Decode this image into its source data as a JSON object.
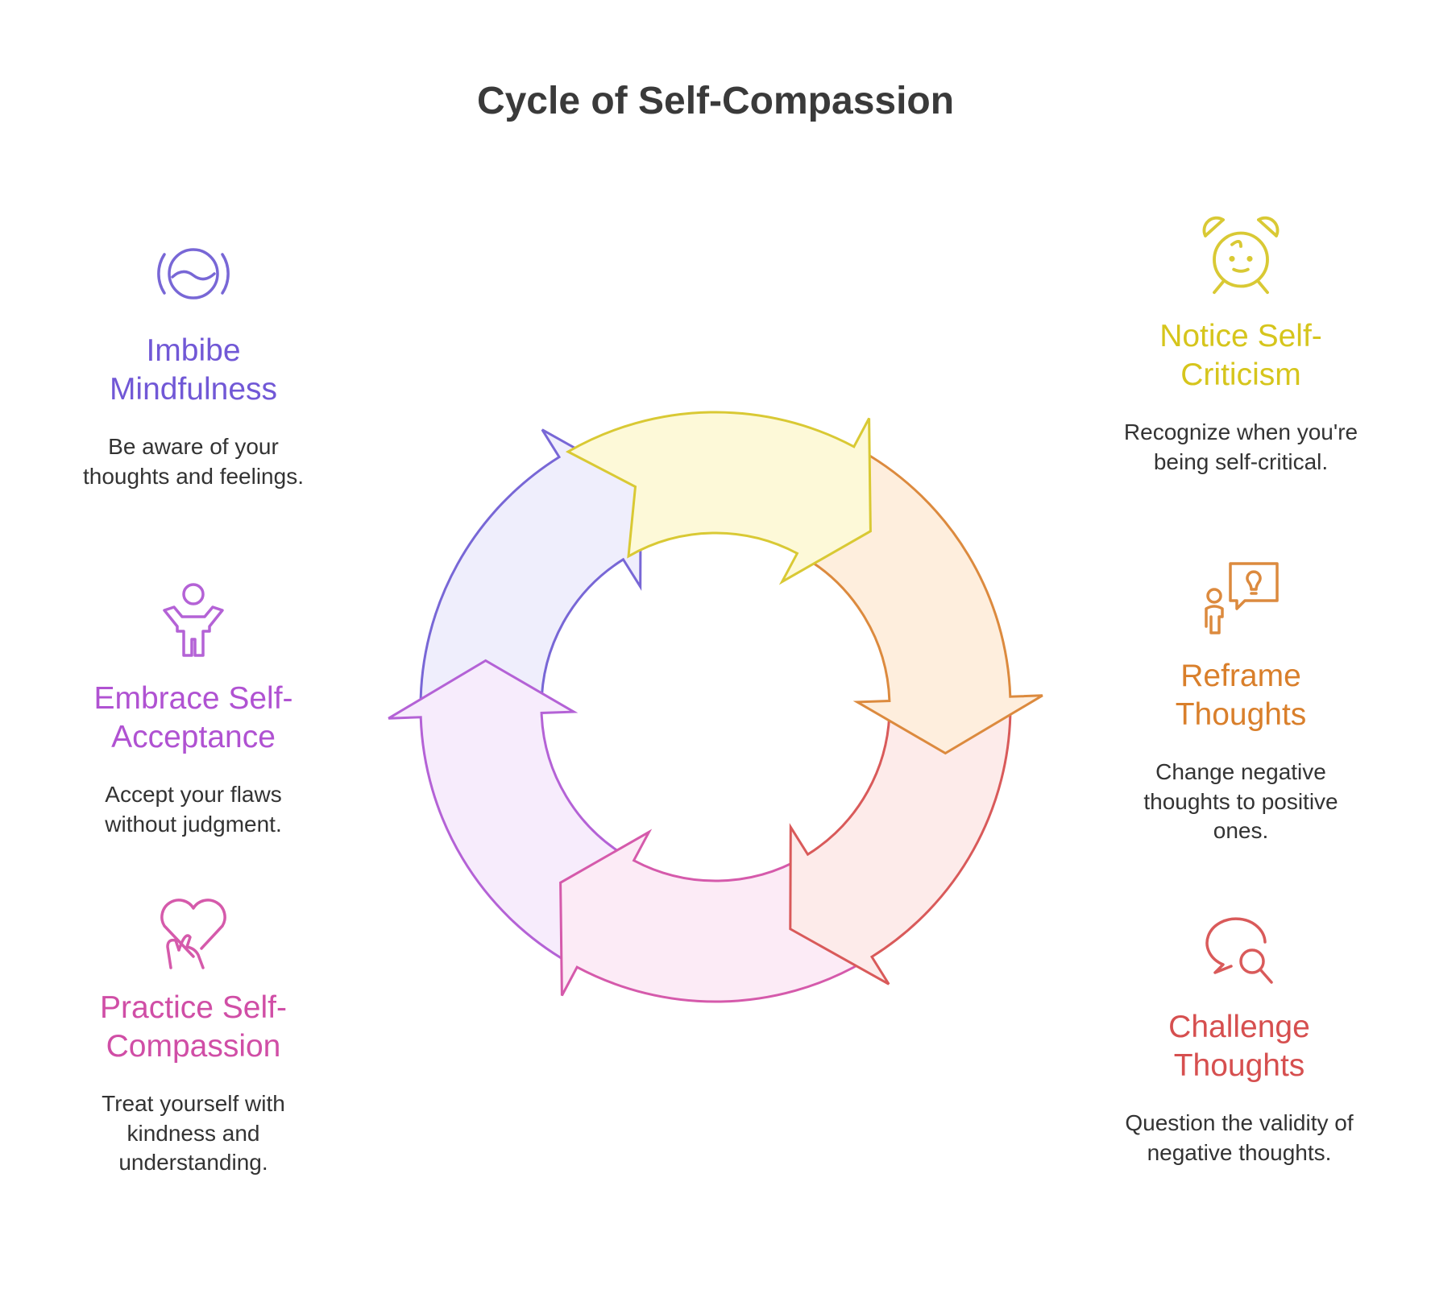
{
  "title": "Cycle of Self-Compassion",
  "steps": [
    {
      "id": "notice",
      "label": "Notice Self-Criticism",
      "description": "Recognize when you're being self-critical.",
      "icon": "alarm-clock-icon",
      "stroke": "#d9c934",
      "fill": "#fdf9d8",
      "text_color": "#d6c51c"
    },
    {
      "id": "reframe",
      "label": "Reframe Thoughts",
      "description": "Change negative thoughts to positive ones.",
      "icon": "person-idea-icon",
      "stroke": "#dc8a3e",
      "fill": "#feeedd",
      "text_color": "#d97f2b"
    },
    {
      "id": "challenge",
      "label": "Challenge Thoughts",
      "description": "Question the validity of negative thoughts.",
      "icon": "speech-search-icon",
      "stroke": "#d95a5a",
      "fill": "#fdebea",
      "text_color": "#d64f4f"
    },
    {
      "id": "practice",
      "label": "Practice Self-Compassion",
      "description": "Treat yourself with kindness and understanding.",
      "icon": "heart-hand-icon",
      "stroke": "#d55aab",
      "fill": "#fcebf6",
      "text_color": "#d04ea6"
    },
    {
      "id": "embrace",
      "label": "Embrace Self-Acceptance",
      "description": "Accept your flaws without judgment.",
      "icon": "person-arms-up-icon",
      "stroke": "#b462d6",
      "fill": "#f7ecfc",
      "text_color": "#b052d2"
    },
    {
      "id": "imbibe",
      "label": "Imbibe Mindfulness",
      "description": "Be aware of your thoughts and feelings.",
      "icon": "mindful-face-icon",
      "stroke": "#7867d6",
      "fill": "#efeefc",
      "text_color": "#7158d6"
    }
  ]
}
